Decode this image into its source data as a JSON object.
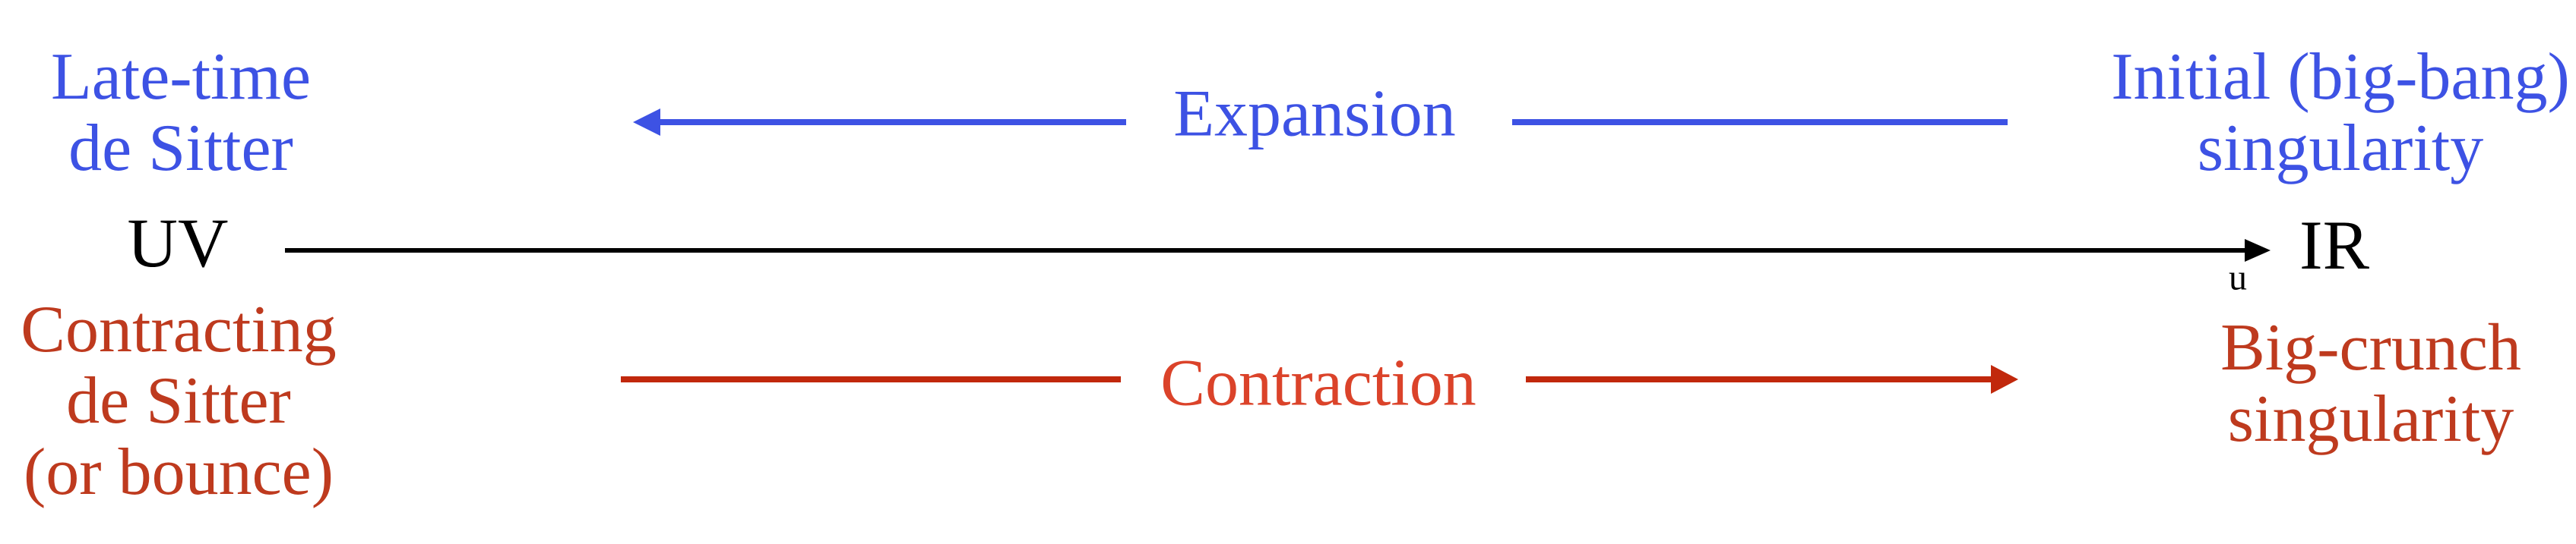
{
  "colors": {
    "background": "#FFFFFF",
    "blue": "#3D52E4",
    "red_dark": "#BE3A1E",
    "red_bright": "#DB432A",
    "red_arrow": "#C1280C",
    "black": "#000000"
  },
  "diagram": {
    "axis": {
      "left_end_label": "UV",
      "right_end_label": "IR",
      "variable_label": "u"
    },
    "top_row": {
      "left_label_line1": "Late-time",
      "left_label_line2": "de Sitter",
      "arrow_label": "Expansion",
      "arrow_direction": "left",
      "right_label_line1": "Initial (big-bang)",
      "right_label_line2": "singularity"
    },
    "bottom_row": {
      "left_label_line1": "Contracting",
      "left_label_line2": "de Sitter",
      "left_label_line3": "(or bounce)",
      "arrow_label": "Contraction",
      "arrow_direction": "right",
      "right_label_line1": "Big-crunch",
      "right_label_line2": "singularity"
    }
  }
}
